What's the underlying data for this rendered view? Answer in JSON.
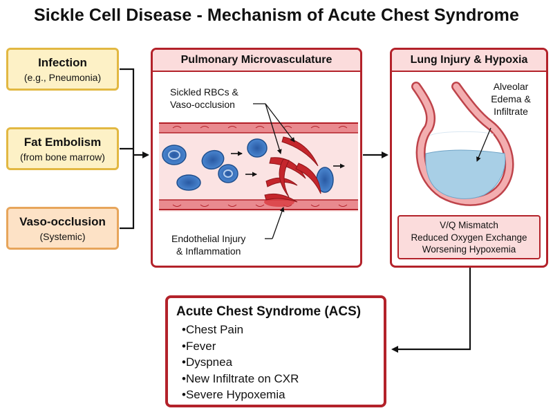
{
  "title": "Sickle Cell Disease - Mechanism of Acute Chest Syndrome",
  "causes": [
    {
      "heading": "Infection",
      "sub": "(e.g., Pneumonia)"
    },
    {
      "heading": "Fat Embolism",
      "sub": "(from bone marrow)"
    },
    {
      "heading": "Vaso-occlusion",
      "sub": "(Systemic)"
    }
  ],
  "microvasculature": {
    "header": "Pulmonary Microvasculature",
    "sickled_label_1": "Sickled RBCs &",
    "sickled_label_2": "Vaso-occlusion",
    "endothelial_label_1": "Endothelial Injury",
    "endothelial_label_2": "& Inflammation"
  },
  "lung": {
    "header": "Lung Injury & Hypoxia",
    "alveolar_label_1": "Alveolar",
    "alveolar_label_2": "Edema &",
    "alveolar_label_3": "Infiltrate",
    "vq_line1": "V/Q Mismatch",
    "vq_line2": "Reduced Oxygen Exchange",
    "vq_line3": "Worsening Hypoxemia"
  },
  "acs": {
    "heading": "Acute Chest Syndrome (ACS)",
    "items": [
      "Chest Pain",
      "Fever",
      "Dyspnea",
      "New Infiltrate on CXR",
      "Severe Hypoxemia"
    ]
  },
  "colors": {
    "panel_border": "#b3222a",
    "header_fill": "#fbdcdc",
    "cause_yellow": "#fdf1c6",
    "cause_orange": "#fde2c6",
    "normal_rbc": "#3a73c0",
    "sickled_rbc": "#c4262c"
  }
}
